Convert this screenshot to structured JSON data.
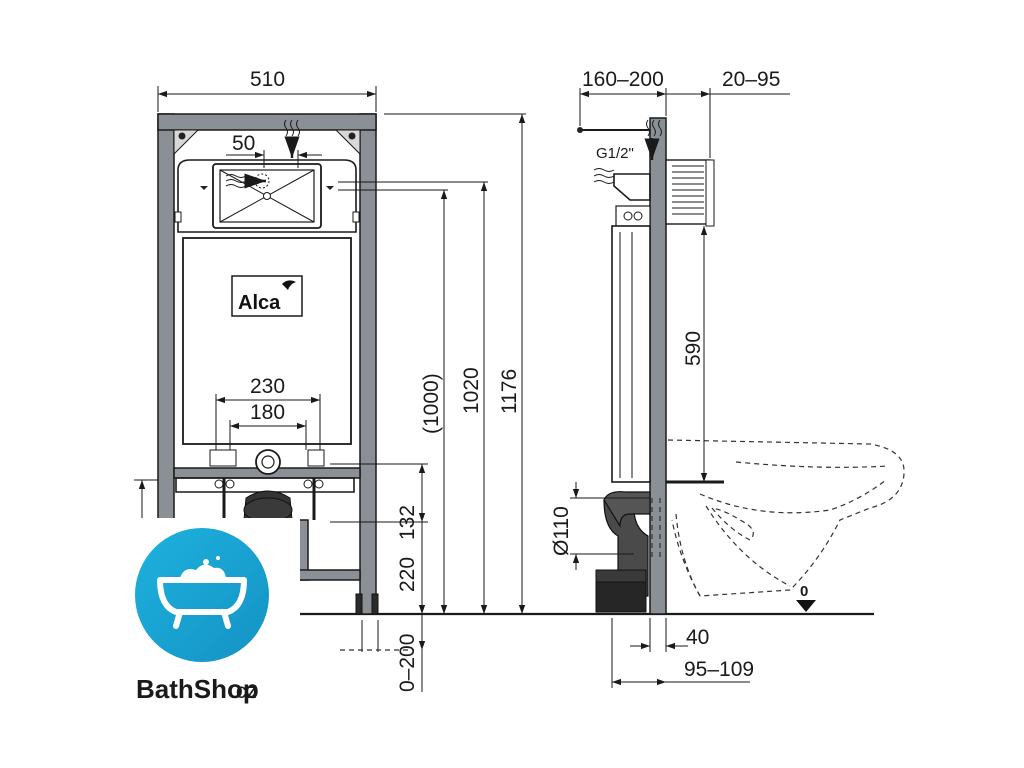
{
  "front_view": {
    "width": "510",
    "flush_width": "50",
    "outlet_spacing_outer": "230",
    "outlet_spacing_inner": "180",
    "height_bracket": "(1000)",
    "height_button": "1020",
    "height_total": "1176",
    "height_fixing": "132",
    "height_drain": "220",
    "foot_adjust": "0–200",
    "logo_text": "Alca"
  },
  "side_view": {
    "depth_range": "160–200",
    "wall_offset": "20–95",
    "water_inlet": "G1/2\"",
    "inlet_height": "590",
    "drain_diameter": "Ø110",
    "drain_offset": "40",
    "drain_distance": "95–109",
    "floor_level": "0"
  },
  "brand": {
    "name": "BathShop",
    "tld": ".cz",
    "accent": "#19a3d0"
  }
}
